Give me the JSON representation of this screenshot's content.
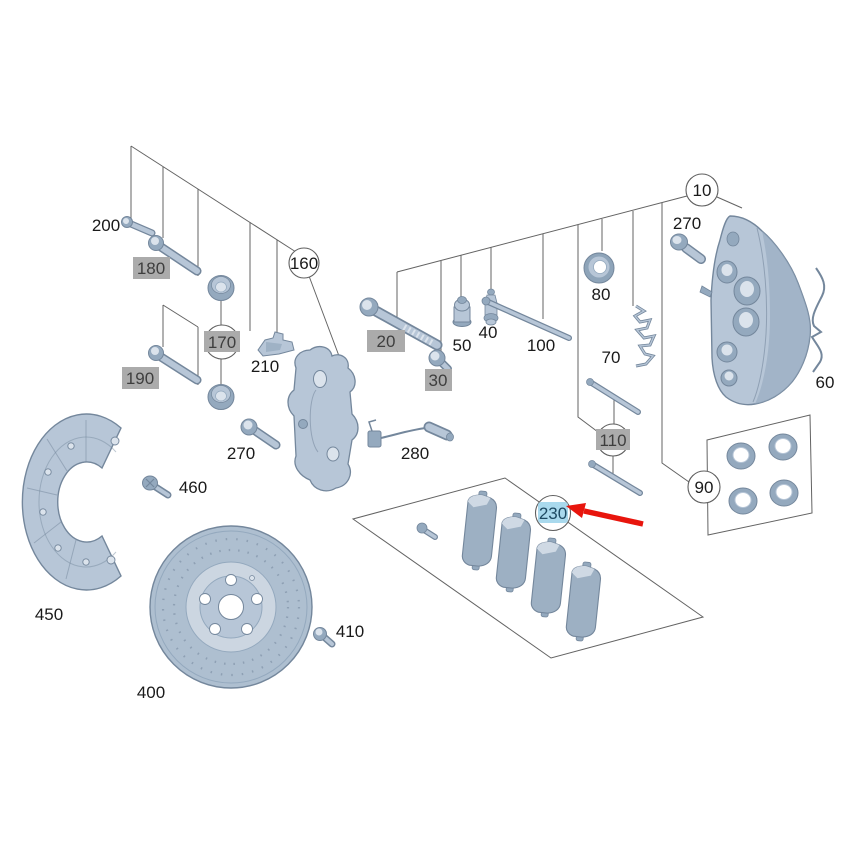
{
  "diagram": {
    "type": "exploded-parts-diagram",
    "subject": "disc-brake-assembly",
    "labels": {
      "l10": "10",
      "l20": "20",
      "l30": "30",
      "l40": "40",
      "l50": "50",
      "l60": "60",
      "l70": "70",
      "l80": "80",
      "l90": "90",
      "l100": "100",
      "l110": "110",
      "l160": "160",
      "l170": "170",
      "l180": "180",
      "l190": "190",
      "l200": "200",
      "l210": "210",
      "l230": "230",
      "l270a": "270",
      "l270b": "270",
      "l280": "280",
      "l400": "400",
      "l410": "410",
      "l450": "450",
      "l460": "460"
    },
    "callout_styles": {
      "plain": [
        "200",
        "210",
        "270",
        "270",
        "50",
        "40",
        "100",
        "80",
        "70",
        "60",
        "280",
        "460",
        "450",
        "400",
        "410"
      ],
      "gray_boxed": [
        "180",
        "190",
        "20",
        "30"
      ],
      "circled": [
        "160",
        "10",
        "90"
      ],
      "circled_gray_boxed": [
        "170",
        "110"
      ],
      "circled_blue_highlight": [
        "230"
      ]
    },
    "annotation": {
      "type": "red-arrow",
      "target": "230"
    },
    "colors": {
      "background": "#ffffff",
      "leader_line": "#636363",
      "gray_box": "#ababab",
      "gray_box_text": "#3e3e3e",
      "blue_box": "#a9d9ed",
      "blue_box_text": "#1d4962",
      "arrow_red": "#e8150d",
      "part_fill": "#b7c6d7",
      "part_mid": "#94a9be",
      "part_stroke": "#74879c",
      "part_highlight": "#dbe3ec"
    }
  }
}
